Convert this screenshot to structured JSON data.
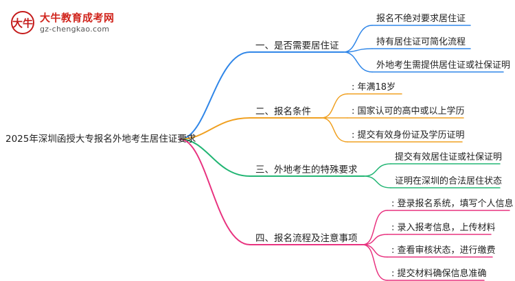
{
  "logo": {
    "brand": "大牛教育成考网",
    "site": "gz-chengkao.com",
    "mark": "大牛"
  },
  "root": "2025年深圳函授大专报名外地考生居住证要求",
  "colors": {
    "blue": "#2f86e8",
    "orange": "#f0a020",
    "green": "#21b573",
    "magenta": "#e8327f"
  },
  "branches": [
    {
      "label": "一、是否需要居住证",
      "color": "blue",
      "children": [
        "报名不绝对要求居住证",
        "持有居住证可简化流程",
        "外地考生需提供居住证或社保证明"
      ]
    },
    {
      "label": "二、报名条件",
      "color": "orange",
      "children": [
        ": 年满18岁",
        ": 国家认可的高中或以上学历",
        ": 提交有效身份证及学历证明"
      ]
    },
    {
      "label": "三、外地考生的特殊要求",
      "color": "green",
      "children": [
        "提交有效居住证或社保证明",
        "证明在深圳的合法居住状态"
      ]
    },
    {
      "label": "四、报名流程及注意事项",
      "color": "magenta",
      "children": [
        ": 登录报名系统，填写个人信息",
        ": 录入报考信息，上传材料",
        ": 查看审核状态，进行缴费",
        ": 提交材料确保信息准确"
      ]
    }
  ]
}
